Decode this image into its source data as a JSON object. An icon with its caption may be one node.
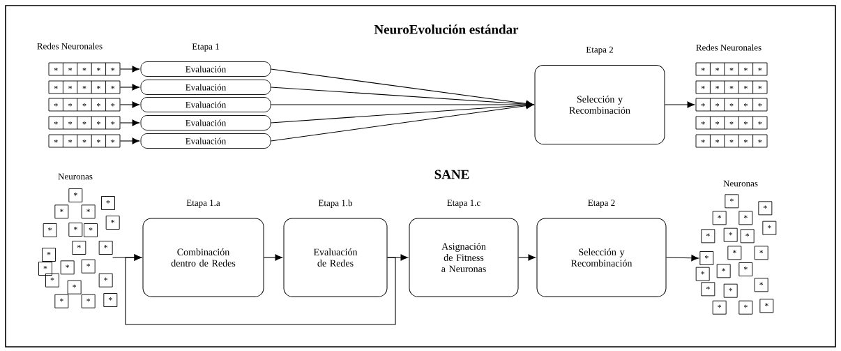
{
  "diagram": {
    "title": "NeuroEvolución estándar",
    "nodes": [
      {
        "text": [
          "*",
          "*",
          "*",
          "*",
          "*"
        ]
      },
      {
        "text": [
          "*",
          "*",
          "*",
          "*",
          "*"
        ]
      },
      {
        "text": [
          "*",
          "*",
          "*",
          "*",
          "*"
        ]
      },
      {
        "text": [
          "*",
          "*",
          "*",
          "*",
          "*"
        ]
      },
      {
        "text": [
          "*",
          "*",
          "*",
          "*",
          "*"
        ]
      },
      {
        "text": [
          "Evaluación"
        ]
      },
      {
        "text": [
          "Evaluación"
        ]
      },
      {
        "text": [
          "Evaluación"
        ]
      },
      {
        "text": [
          "Evaluación"
        ]
      },
      {
        "text": [
          "Evaluación"
        ]
      },
      {
        "text": [
          "Etapa 2",
          "Selección y Recombinación"
        ]
      },
      {
        "text": [
          "*",
          "*",
          "*",
          "*",
          "*"
        ]
      },
      {
        "text": [
          "*",
          "*",
          "*",
          "*",
          "*"
        ]
      },
      {
        "text": [
          "*",
          "*",
          "*",
          "*",
          "*"
        ]
      },
      {
        "text": [
          "*",
          "*",
          "*",
          "*",
          "*"
        ]
      },
      {
        "text": [
          "*",
          "*",
          "*",
          "*",
          "*"
        ]
      },
      {
        "text": [
          "Etapa 1.a",
          "Combinación dentro de Redes"
        ]
      },
      {
        "text": [
          "Etapa 1.b",
          "Evaluación de Redes"
        ]
      },
      {
        "text": [
          "Etapa 1.c",
          "Asignación de Fitness a Neuronas"
        ]
      },
      {
        "text": [
          "Etapa 2",
          "Selección y Recombinación"
        ]
      },
      {
        "text": [
          "*"
        ]
      },
      {
        "text": [
          "*"
        ]
      },
      {
        "text": [
          "*"
        ]
      },
      {
        "text": [
          "*"
        ]
      },
      {
        "text": [
          "*"
        ]
      },
      {
        "text": [
          "*"
        ]
      },
      {
        "text": [
          "*"
        ]
      },
      {
        "text": [
          "*"
        ]
      },
      {
        "text": [
          "*"
        ]
      },
      {
        "text": [
          "*"
        ]
      },
      {
        "text": [
          "*"
        ]
      },
      {
        "text": [
          "*"
        ]
      },
      {
        "text": [
          "*"
        ]
      },
      {
        "text": [
          "*"
        ]
      },
      {
        "text": [
          "*"
        ]
      },
      {
        "text": [
          "*"
        ]
      },
      {
        "text": [
          "*"
        ]
      },
      {
        "text": [
          "*"
        ]
      },
      {
        "text": [
          "*"
        ]
      },
      {
        "text": [
          "*"
        ]
      },
      {
        "text": [
          "*"
        ]
      },
      {
        "text": [
          "*"
        ]
      },
      {
        "text": [
          "*"
        ]
      },
      {
        "text": [
          "*"
        ]
      },
      {
        "text": [
          "*"
        ]
      },
      {
        "text": [
          "*"
        ]
      },
      {
        "text": [
          "*"
        ]
      },
      {
        "text": [
          "*"
        ]
      },
      {
        "text": [
          "*"
        ]
      },
      {
        "text": [
          "*"
        ]
      },
      {
        "text": [
          "*"
        ]
      },
      {
        "text": [
          "*"
        ]
      },
      {
        "text": [
          "*"
        ]
      },
      {
        "text": [
          "*"
        ]
      },
      {
        "text": [
          "*"
        ]
      },
      {
        "text": [
          "*"
        ]
      },
      {
        "text": [
          "*"
        ]
      },
      {
        "text": [
          "*"
        ]
      },
      {
        "text": [
          "*"
        ]
      },
      {
        "text": [
          "*"
        ]
      }
    ],
    "edges": [
      {
        "from": 0,
        "to": 5,
        "arrow": "to"
      },
      {
        "from": 1,
        "to": 6,
        "arrow": "to"
      },
      {
        "from": 2,
        "to": 7,
        "arrow": "to"
      },
      {
        "from": 3,
        "to": 8,
        "arrow": "to"
      },
      {
        "from": 4,
        "to": 9,
        "arrow": "to"
      },
      {
        "from": 5,
        "to": 10,
        "arrow": "to"
      },
      {
        "from": 6,
        "to": 10,
        "arrow": "to"
      },
      {
        "from": 7,
        "to": 10,
        "arrow": "to"
      },
      {
        "from": 8,
        "to": 10,
        "arrow": "to"
      },
      {
        "from": 9,
        "to": 10,
        "arrow": "to"
      },
      {
        "from": 10,
        "to": 13,
        "arrow": "to"
      },
      {
        "from": 29,
        "to": 16,
        "arrow": "to"
      },
      {
        "from": 16,
        "to": 17,
        "arrow": "to"
      },
      {
        "from": 17,
        "to": 18,
        "arrow": "to"
      },
      {
        "from": 17,
        "to": 16,
        "arrow": "to"
      },
      {
        "from": 18,
        "to": 19,
        "arrow": "to"
      },
      {
        "from": 19,
        "to": 50,
        "arrow": "to"
      }
    ],
    "labels": [
      "Redes Neuronales",
      "Etapa 1",
      "Redes Neuronales",
      "SANE",
      "Neuronas",
      "Neuronas"
    ]
  }
}
